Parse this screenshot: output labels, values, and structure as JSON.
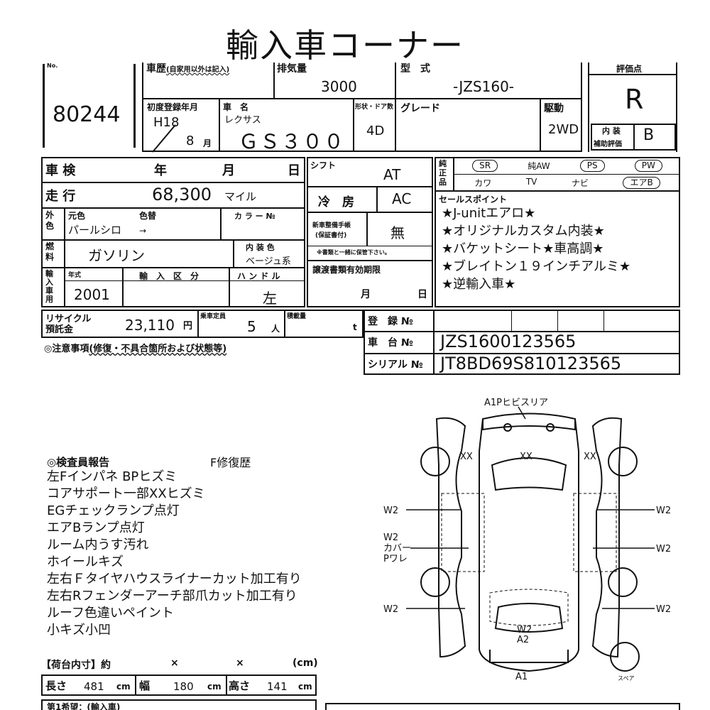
{
  "header": {
    "title": "輸入車コーナー"
  },
  "lot": {
    "no_label": "No.",
    "number": "80244"
  },
  "history": {
    "label": "車歴",
    "note": "(自家用以外は記入)"
  },
  "displacement": {
    "label": "排気量",
    "value": "3000"
  },
  "model_type": {
    "label": "型　式",
    "value": "-JZS160-"
  },
  "score": {
    "label": "評価点",
    "value": "R"
  },
  "first_reg": {
    "label": "初度登録年月",
    "era_year": "H18",
    "month": "8",
    "month_unit": "月"
  },
  "car_name": {
    "label": "車　名",
    "maker": "レクサス",
    "name": "ＧＳ３００"
  },
  "doors": {
    "label": "形状・ドア数",
    "value": "4D"
  },
  "grade": {
    "label": "グレード"
  },
  "drive": {
    "label": "駆動",
    "value": "2WD"
  },
  "interior": {
    "label": "内 装",
    "label2": "補助評価",
    "value": "B"
  },
  "inspection": {
    "label": "車 検",
    "year": "年",
    "month": "月",
    "day": "日"
  },
  "mileage": {
    "label": "走 行",
    "value": "68,300",
    "unit": "マイル"
  },
  "shift": {
    "label": "シフト",
    "value": "AT"
  },
  "ac": {
    "label": "冷　房",
    "value": "AC"
  },
  "equipment": {
    "label": "純正品",
    "row1": [
      "SR",
      "純AW",
      "PS",
      "PW"
    ],
    "row2": [
      "カワ",
      "TV",
      "ナビ",
      "エアB"
    ]
  },
  "exterior_color": {
    "label": "外色",
    "orig_label": "元色",
    "repaint_label": "色替",
    "code_label": "カ ラ ー №",
    "value": "パールシロ",
    "arrow": "→"
  },
  "new_car_papers": {
    "label": "新車整備手帳",
    "label2": "(保証書付)",
    "value": "無",
    "note": "※書類と一緒に保管下さい。"
  },
  "fuel": {
    "label": "燃料",
    "value": "ガソリン",
    "interior_color_label": "内 装 色",
    "interior_color": "ベージュ系"
  },
  "transfer_docs": {
    "label": "譲渡書類有効期限",
    "month": "月",
    "day": "日"
  },
  "import": {
    "label": "輸入車用",
    "year_label": "年式",
    "year": "2001",
    "type_label": "輸　入　区　分",
    "handle_label": "ハ ン ド ル",
    "handle": "左"
  },
  "sales_points": {
    "label": "セールスポイント",
    "items": [
      "★J-unitエアロ★",
      "★オリジナルカスタム内装★",
      "★バケットシート★車高調★",
      "★ブレイトン１９インチアルミ★",
      "★逆輸入車★"
    ]
  },
  "recycle": {
    "label": "リサイクル",
    "label2": "預託金",
    "value": "23,110",
    "unit": "円"
  },
  "capacity": {
    "label": "乗車定員",
    "value": "5",
    "unit": "人"
  },
  "load": {
    "label": "積載量",
    "unit": "t"
  },
  "registration": {
    "label": "登　録 №"
  },
  "chassis": {
    "label": "車　台 №",
    "value": "JZS1600123565"
  },
  "serial": {
    "label": "シリアル №",
    "value": "JT8BD69S810123565"
  },
  "caution": {
    "label": "◎注意事項",
    "note": "(修復・不具合箇所および状態等)"
  },
  "inspector": {
    "label": "◎検査員報告",
    "repair": "F修復歴",
    "notes": [
      "左Fインパネ BPヒズミ",
      "コアサポート一部XXヒズミ",
      "EGチェックランプ点灯",
      "エアBランプ点灯",
      "ルーム内うす汚れ",
      "ホイールキズ",
      "左右Ｆタイヤハウスライナーカット加工有り",
      "左右Rフェンダーアーチ部爪カット加工有り",
      "ルーフ色違いペイント",
      "小キズ小凹"
    ]
  },
  "cargo": {
    "label": "【荷台内寸】約",
    "times": "×",
    "unit_cm": "(cm)",
    "length_label": "長さ",
    "length": "481",
    "width_label": "幅",
    "width": "180",
    "height_label": "高さ",
    "height": "141",
    "cm": "cm"
  },
  "owner": {
    "label": "第1希望：(輸入車)"
  },
  "diagram": {
    "top": "A1Pヒビスリア",
    "xx_left": "XX",
    "xx_center": "XX",
    "xx_right": "XX",
    "w2": "W2",
    "w2_cover": "W2",
    "cover": "カバー",
    "pware": "Pワレ",
    "rear_w2": "W2",
    "rear_a2": "A2",
    "bottom": "A1",
    "spare": "スペア"
  }
}
